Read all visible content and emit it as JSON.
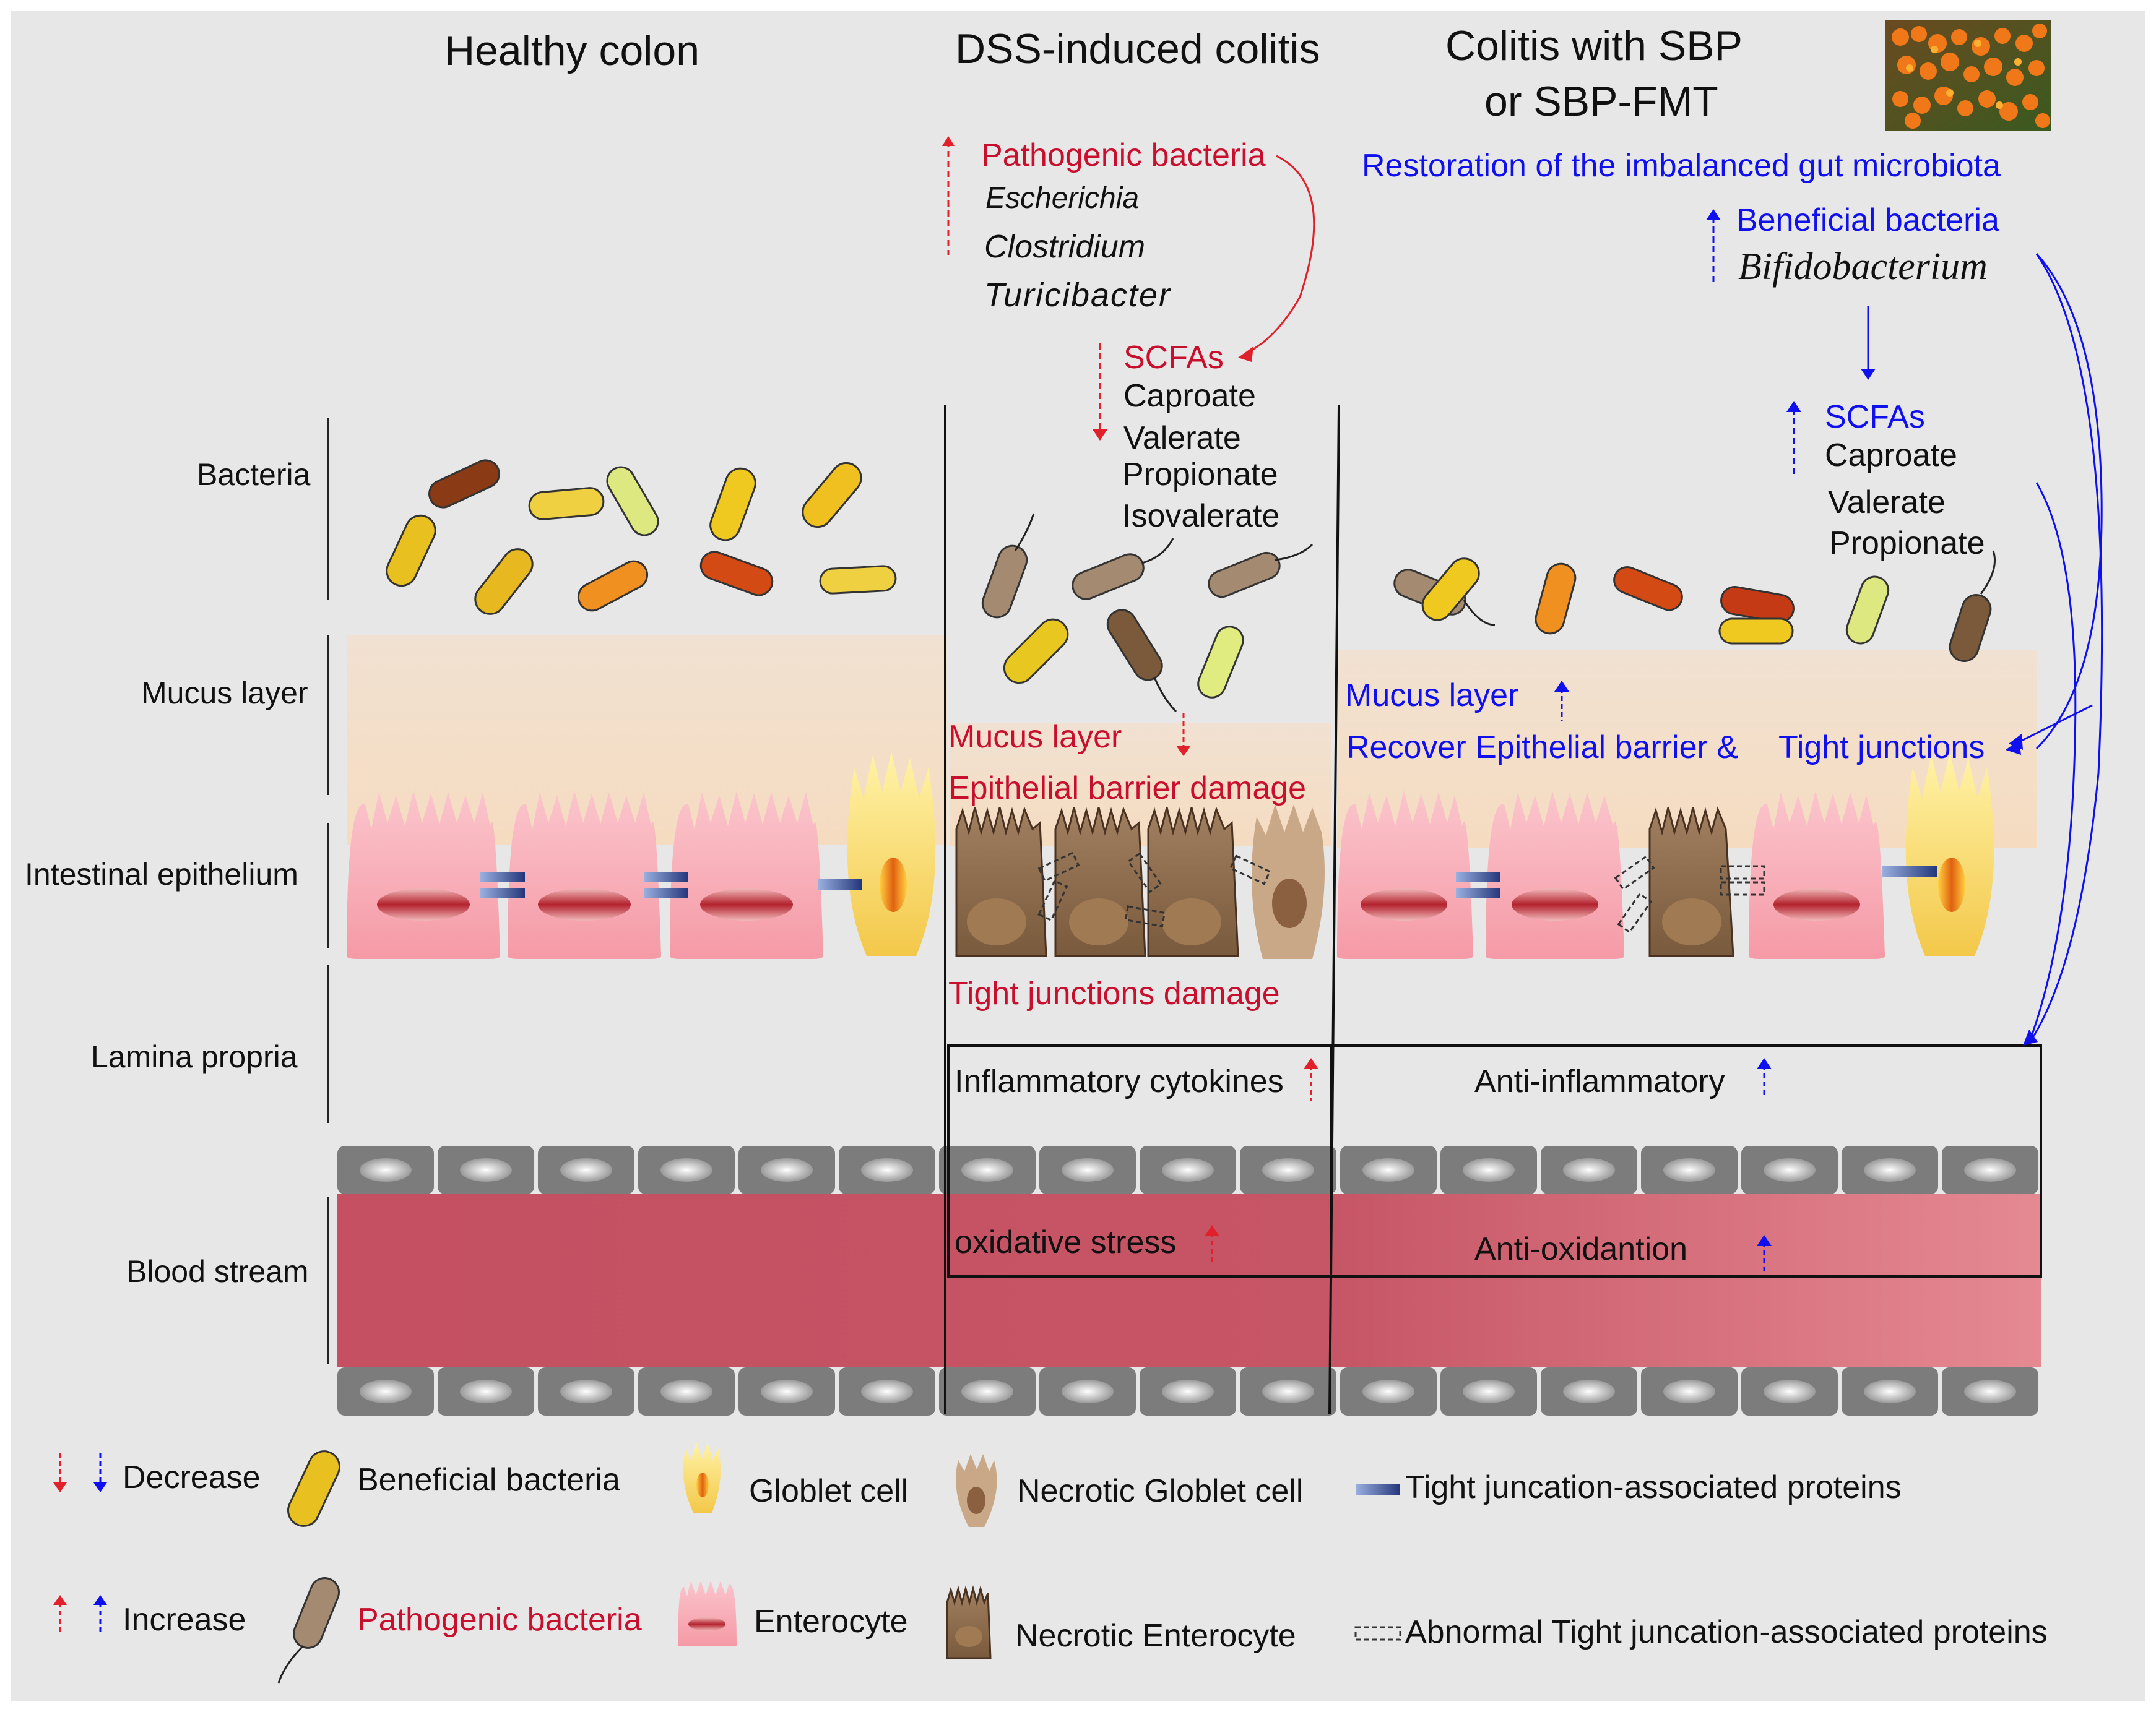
{
  "headers": {
    "healthy": "Healthy colon",
    "dss": "DSS-induced colitis",
    "sbp_line1": "Colitis with SBP",
    "sbp_line2": "or SBP-FMT"
  },
  "layers": {
    "bacteria": "Bacteria",
    "mucus": "Mucus layer",
    "epithelium": "Intestinal epithelium",
    "lamina": "Lamina propria",
    "blood": "Blood stream"
  },
  "dss": {
    "pathogenic": "Pathogenic bacteria",
    "genus1": "Escherichia",
    "genus2": "Clostridium",
    "genus3": "Turicibacter",
    "scfas": "SCFAs",
    "scfa1": "Caproate",
    "scfa2": "Valerate",
    "scfa3": "Propionate",
    "scfa4": "Isovalerate",
    "mucus": "Mucus layer",
    "barrier": "Epithelial barrier damage",
    "tight": "Tight junctions damage",
    "cytokines": "Inflammatory cytokines",
    "oxidative": "oxidative stress"
  },
  "sbp": {
    "restoration": "Restoration of the imbalanced gut microbiota",
    "beneficial": "Beneficial bacteria",
    "bifido": "Bifidobacterium",
    "scfas": "SCFAs",
    "scfa1": "Caproate",
    "scfa2": "Valerate",
    "scfa3": "Propionate",
    "mucus": "Mucus layer",
    "recover": "Recover Epithelial barrier &",
    "tight": "Tight junctions",
    "antiinflam": "Anti-inflammatory",
    "antiox": "Anti-oxidantion"
  },
  "legend": {
    "decrease": "Decrease",
    "increase": "Increase",
    "beneficial": "Beneficial bacteria",
    "pathogenic": "Pathogenic bacteria",
    "goblet": "Globlet cell",
    "enterocyte": "Enterocyte",
    "necrotic_goblet": "Necrotic Globlet cell",
    "necrotic_entero": "Necrotic Enterocyte",
    "tj": "Tight juncation-associated proteins",
    "abnormal_tj": "Abnormal Tight juncation-associated  proteins"
  },
  "colors": {
    "red_text": "#c8102e",
    "blue_text": "#1010ee",
    "blood": "#c45062",
    "mucus": "#f3dfcc",
    "background": "#e7e7e7"
  }
}
